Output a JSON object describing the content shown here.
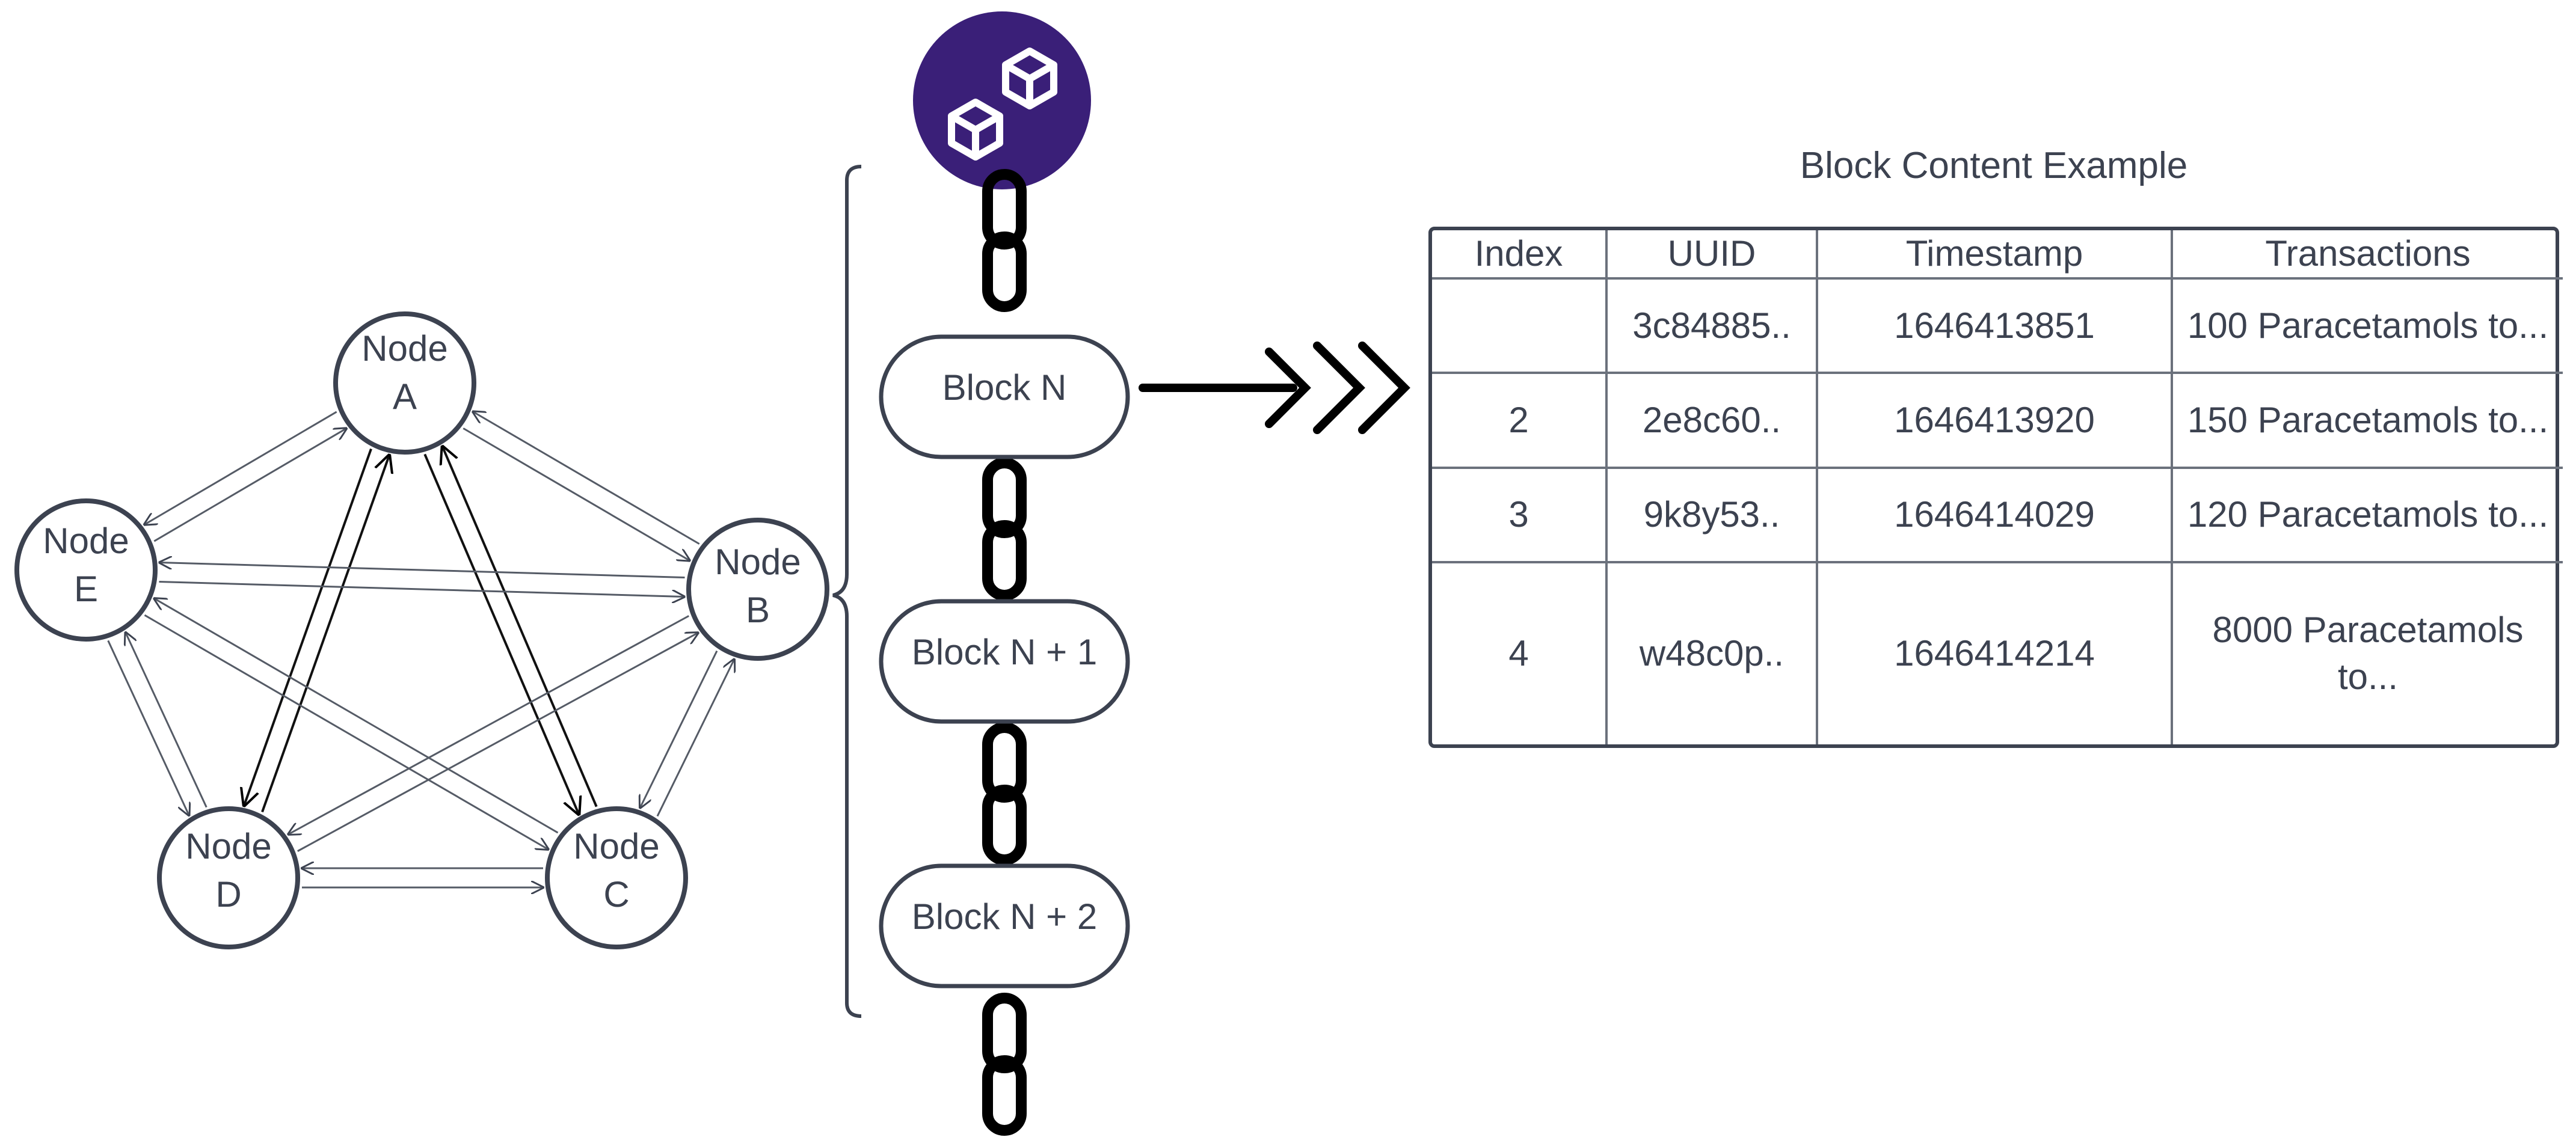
{
  "network": {
    "nodes": [
      {
        "id": "A",
        "line1": "Node",
        "line2": "A"
      },
      {
        "id": "B",
        "line1": "Node",
        "line2": "B"
      },
      {
        "id": "C",
        "line1": "Node",
        "line2": "C"
      },
      {
        "id": "D",
        "line1": "Node",
        "line2": "D"
      },
      {
        "id": "E",
        "line1": "Node",
        "line2": "E"
      }
    ]
  },
  "chain": {
    "logo_icon": "blockchain-cubes-icon",
    "blocks": [
      {
        "label": "Block N"
      },
      {
        "label": "Block N + 1"
      },
      {
        "label": "Block N + 2"
      }
    ]
  },
  "table": {
    "title": "Block Content Example",
    "headers": [
      "Index",
      "UUID",
      "Timestamp",
      "Transactions"
    ],
    "rows": [
      {
        "index": "",
        "uuid": "3c84885..",
        "timestamp": "1646413851",
        "transactions": "100 Paracetamols to..."
      },
      {
        "index": "2",
        "uuid": "2e8c60..",
        "timestamp": "1646413920",
        "transactions": "150 Paracetamols to..."
      },
      {
        "index": "3",
        "uuid": "9k8y53..",
        "timestamp": "1646414029",
        "transactions": "120 Paracetamols to..."
      },
      {
        "index": "4",
        "uuid": "w48c0p..",
        "timestamp": "1646414214",
        "transactions": "8000 Paracetamols to..."
      }
    ]
  },
  "colors": {
    "stroke": "#3c4250",
    "logo_bg": "#3a1f78",
    "chain": "#000000"
  }
}
